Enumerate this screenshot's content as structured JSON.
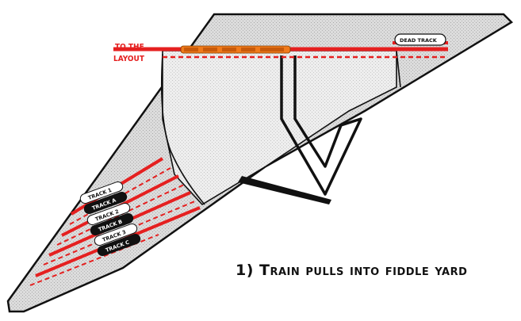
{
  "labels": {
    "to_layout_line1": "TO THE",
    "to_layout_line2": "LAYOUT",
    "dead_track": "DEAD TRACK",
    "caption": "1) Train pulls into fiddle yard"
  },
  "tracks": [
    {
      "label": "TRACK 1",
      "style": "light"
    },
    {
      "label": "TRACK A",
      "style": "dark"
    },
    {
      "label": "TRACK 2",
      "style": "light"
    },
    {
      "label": "TRACK B",
      "style": "dark"
    },
    {
      "label": "TRACK 3",
      "style": "light"
    },
    {
      "label": "TRACK C",
      "style": "dark"
    }
  ],
  "colors": {
    "track": "#e52020",
    "train": "#f07a1a",
    "board_fill": "#e6e6e6",
    "outline": "#111111"
  }
}
